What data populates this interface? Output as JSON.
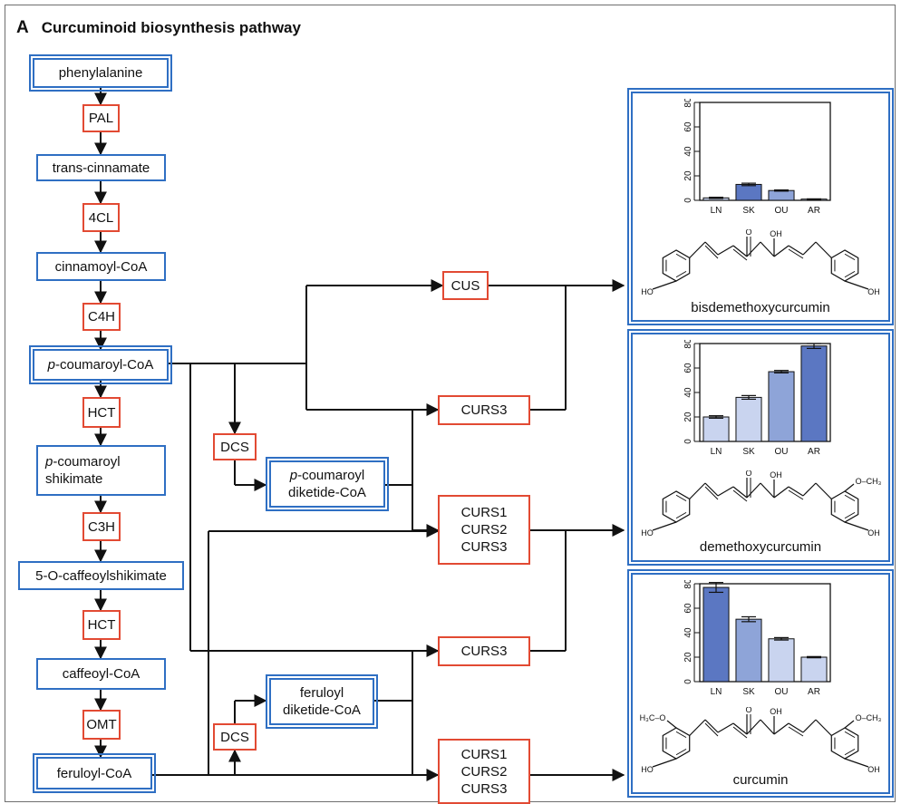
{
  "heading": {
    "panel_letter": "A",
    "title": "Curcuminoid biosynthesis pathway"
  },
  "metabolites": {
    "phenylalanine": "phenylalanine",
    "trans_cinnamate": "trans-cinnamate",
    "cinnamoyl_coa": "cinnamoyl-CoA",
    "p_coumaroyl_coa_prefix": "p",
    "p_coumaroyl_coa_rest": "-coumaroyl-CoA",
    "p_coumaroyl_shikimate_prefix": "p",
    "p_coumaroyl_shikimate_line1": "-coumaroyl",
    "p_coumaroyl_shikimate_line2": "shikimate",
    "caffeoylshikimate": "5-O-caffeoylshikimate",
    "caffeoyl_coa": "caffeoyl-CoA",
    "feruloyl_coa": "feruloyl-CoA",
    "p_coumaroyl_diketide_prefix": "p",
    "p_coumaroyl_diketide_line1": "-coumaroyl",
    "p_coumaroyl_diketide_line2": "diketide-CoA",
    "feruloyl_diketide_line1": "feruloyl",
    "feruloyl_diketide_line2": "diketide-CoA"
  },
  "enzymes": {
    "pal": "PAL",
    "cl4": "4CL",
    "c4h": "C4H",
    "hct1": "HCT",
    "c3h": "C3H",
    "hct2": "HCT",
    "omt": "OMT",
    "dcs1": "DCS",
    "dcs2": "DCS",
    "cus": "CUS",
    "curs3_a": "CURS3",
    "curs_group1": [
      "CURS1",
      "CURS2",
      "CURS3"
    ],
    "curs3_b": "CURS3",
    "curs_group2": [
      "CURS1",
      "CURS2",
      "CURS3"
    ]
  },
  "products": {
    "bisdemethoxycurcumin": "bisdemethoxycurcumin",
    "demethoxycurcumin": "demethoxycurcumin",
    "curcumin": "curcumin"
  },
  "structure_labels": {
    "ho": "HO",
    "oh": "OH",
    "o": "O",
    "och3": "O–CH₃",
    "h3co": "H₃C–O"
  },
  "colors": {
    "metabolite_border": "#2f6fc3",
    "enzyme_border": "#e24a33",
    "bar_dark": "#5b77c2",
    "bar_mid": "#8ea4d8",
    "bar_light": "#c9d4ef"
  },
  "chart_data": [
    {
      "type": "bar",
      "product": "bisdemethoxycurcumin",
      "categories": [
        "LN",
        "SK",
        "OU",
        "AR"
      ],
      "values": [
        2,
        13,
        8,
        1
      ],
      "errors": [
        0.5,
        1,
        0.5,
        0.2
      ],
      "ylim": [
        0,
        80
      ],
      "yticks": [
        "0",
        "20",
        "40",
        "60",
        "80"
      ]
    },
    {
      "type": "bar",
      "product": "demethoxycurcumin",
      "categories": [
        "LN",
        "SK",
        "OU",
        "AR"
      ],
      "values": [
        20,
        36,
        57,
        78
      ],
      "errors": [
        1,
        1.5,
        1,
        2
      ],
      "ylim": [
        0,
        80
      ],
      "yticks": [
        "0",
        "20",
        "40",
        "60",
        "80"
      ]
    },
    {
      "type": "bar",
      "product": "curcumin",
      "categories": [
        "LN",
        "SK",
        "OU",
        "AR"
      ],
      "values": [
        77,
        51,
        35,
        20
      ],
      "errors": [
        4,
        2,
        1,
        0.5
      ],
      "ylim": [
        0,
        80
      ],
      "yticks": [
        "0",
        "20",
        "40",
        "60",
        "80"
      ]
    }
  ]
}
